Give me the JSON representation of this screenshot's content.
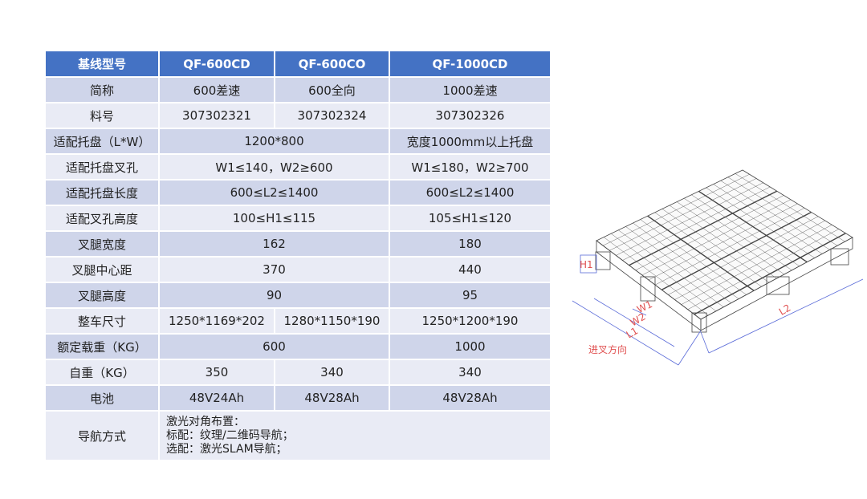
{
  "header": [
    "基线型号",
    "QF-600CD",
    "QF-600CO",
    "QF-1000CD"
  ],
  "rows": {
    "short_name": {
      "label": "简称",
      "v": [
        "600差速",
        "600全向",
        "1000差速"
      ]
    },
    "part_no": {
      "label": "料号",
      "v": [
        "307302321",
        "307302324",
        "307302326"
      ]
    },
    "pallet": {
      "label": "适配托盘（L*W）",
      "v": [
        "1200*800",
        "宽度1000mm以上托盘"
      ]
    },
    "fork_hole": {
      "label": "适配托盘叉孔",
      "v": [
        "W1≤140，W2≥600",
        "W1≤180，W2≥700"
      ]
    },
    "pallet_len": {
      "label": "适配托盘长度",
      "v": [
        "600≤L2≤1400",
        "600≤L2≤1400"
      ]
    },
    "hole_height": {
      "label": "适配叉孔高度",
      "v": [
        "100≤H1≤115",
        "105≤H1≤120"
      ]
    },
    "leg_width": {
      "label": "叉腿宽度",
      "v": [
        "162",
        "180"
      ]
    },
    "leg_center": {
      "label": "叉腿中心距",
      "v": [
        "370",
        "440"
      ]
    },
    "leg_height": {
      "label": "叉腿高度",
      "v": [
        "90",
        "95"
      ]
    },
    "size": {
      "label": "整车尺寸",
      "v": [
        "1250*1169*202",
        "1280*1150*190",
        "1250*1200*190"
      ]
    },
    "load": {
      "label": "额定载重（KG）",
      "v": [
        "600",
        "1000"
      ]
    },
    "weight": {
      "label": "自重（KG）",
      "v": [
        "350",
        "340",
        "340"
      ]
    },
    "battery": {
      "label": "电池",
      "v": [
        "48V24Ah",
        "48V28Ah",
        "48V28Ah"
      ]
    },
    "nav": {
      "label": "导航方式",
      "lines": [
        "激光对角布置：",
        "标配：纹理/二维码导航；",
        "选配：激光SLAM导航；"
      ]
    }
  },
  "diagram": {
    "h1": "H1",
    "w1": "W1",
    "w2": "W2",
    "l1": "L1",
    "l2": "L2",
    "direction": "进叉方向"
  }
}
